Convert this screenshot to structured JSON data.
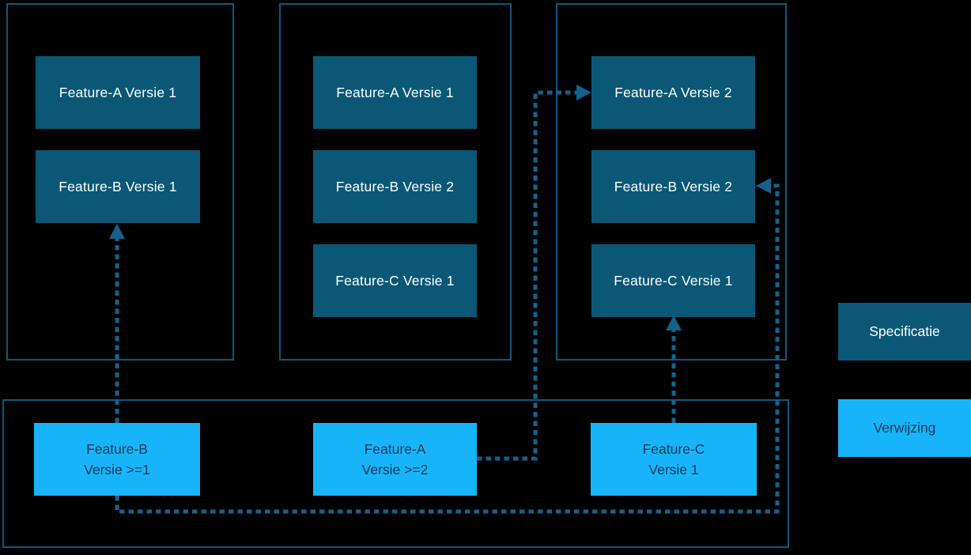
{
  "colors": {
    "background": "#000000",
    "specification_fill": "#0B5776",
    "reference_fill": "#18B4FA",
    "container_border": "#0E587D",
    "connector": "#15628B",
    "text_on_specification": "#FFFFFF",
    "text_on_reference": "#0D3A55"
  },
  "containers": [
    {
      "features": [
        {
          "label": "Feature-A Versie 1"
        },
        {
          "label": "Feature-B Versie 1"
        }
      ]
    },
    {
      "features": [
        {
          "label": "Feature-A Versie 1"
        },
        {
          "label": "Feature-B Versie 2"
        },
        {
          "label": "Feature-C Versie 1"
        }
      ]
    },
    {
      "features": [
        {
          "label": "Feature-A Versie 2"
        },
        {
          "label": "Feature-B Versie 2"
        },
        {
          "label": "Feature-C Versie 1"
        }
      ]
    }
  ],
  "references": {
    "items": [
      {
        "line1": "Feature-B",
        "line2": "Versie >=1"
      },
      {
        "line1": "Feature-A",
        "line2": "Versie >=2"
      },
      {
        "line1": "Feature-C",
        "line2": "Versie 1"
      }
    ]
  },
  "legend": {
    "specification_label": "Specificatie",
    "reference_label": "Verwijzing"
  },
  "connections": [
    {
      "from": "reference Feature-B Versie >=1",
      "to": "container-1 Feature-B Versie 1",
      "style": "dotted-arrow"
    },
    {
      "from": "reference Feature-B Versie >=1",
      "to": "container-3 Feature-B Versie 2",
      "style": "dotted-arrow"
    },
    {
      "from": "reference Feature-A Versie >=2",
      "to": "container-3 Feature-A Versie 2",
      "style": "dotted-arrow"
    },
    {
      "from": "reference Feature-C Versie 1",
      "to": "container-3 Feature-C Versie 1",
      "style": "dotted-arrow"
    }
  ]
}
